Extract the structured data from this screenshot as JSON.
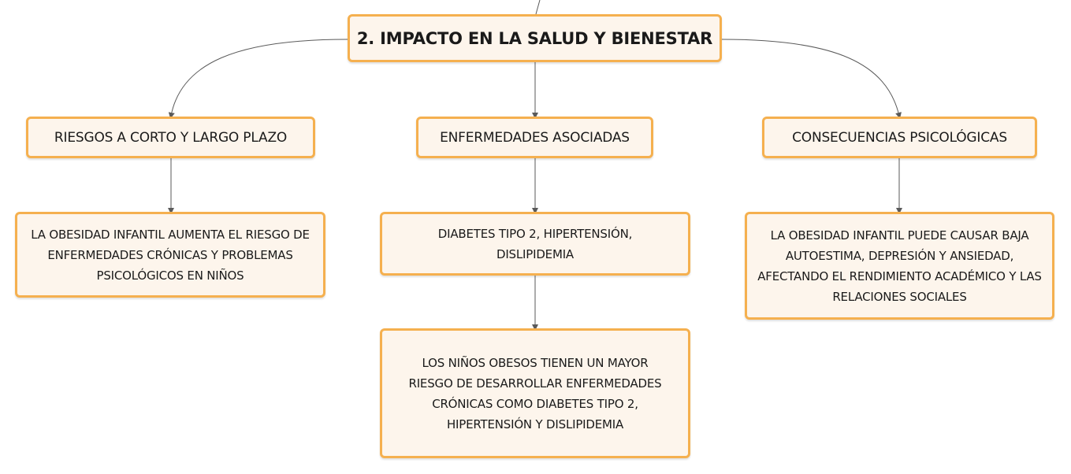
{
  "root": {
    "label": "2. IMPACTO EN LA SALUD Y BIENESTAR"
  },
  "topics": {
    "riesgos": "RIESGOS A CORTO Y LARGO PLAZO",
    "enfermedades": "ENFERMEDADES ASOCIADAS",
    "consecuencias": "CONSECUENCIAS PSICOLÓGICAS"
  },
  "details": {
    "riesgos_leaf": "LA OBESIDAD INFANTIL AUMENTA EL RIESGO DE ENFERMEDADES CRÓNICAS Y PROBLEMAS PSICOLÓGICOS EN NIÑOS",
    "enfermedades_leaf": "DIABETES TIPO 2, HIPERTENSIÓN, DISLIPIDEMIA",
    "enfermedades_leaf_2": "LOS NIÑOS OBESOS TIENEN UN MAYOR RIESGO DE DESARROLLAR ENFERMEDADES CRÓNICAS COMO DIABETES TIPO 2, HIPERTENSIÓN Y DISLIPIDEMIA",
    "consecuencias_leaf": "LA OBESIDAD INFANTIL PUEDE CAUSAR BAJA AUTOESTIMA, DEPRESIÓN Y ANSIEDAD, AFECTANDO EL RENDIMIENTO ACADÉMICO Y LAS RELACIONES SOCIALES"
  },
  "colors": {
    "node_border": "#f5b04f",
    "node_fill": "#fdf5ec",
    "connector": "#5a5a5a",
    "text": "#1a1a1a"
  }
}
